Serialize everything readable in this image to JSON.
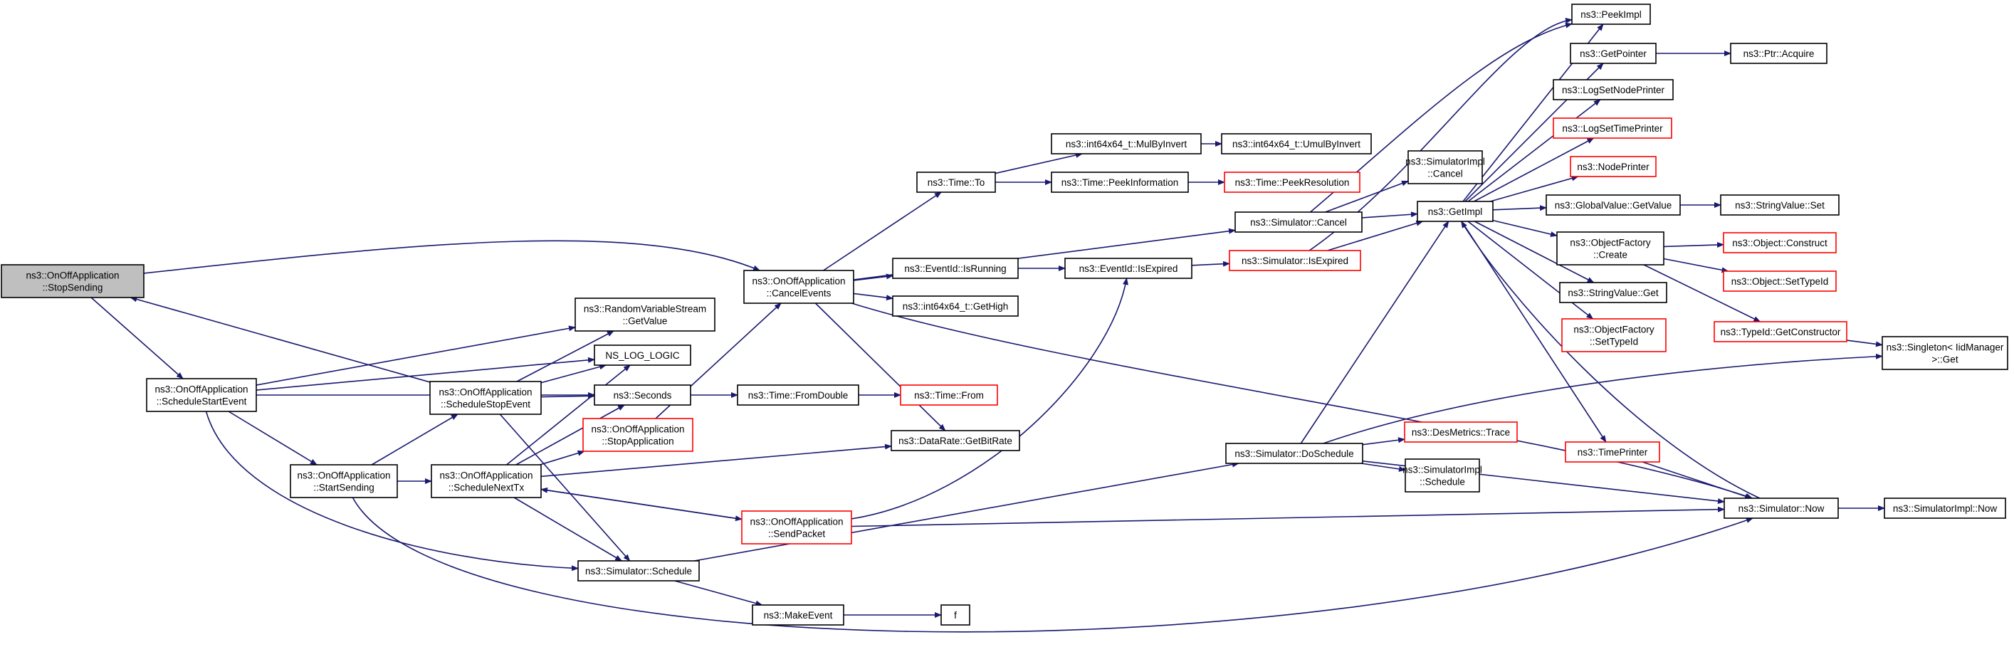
{
  "colors": {
    "edge": "#191970",
    "border_default": "#000000",
    "border_undocumented": "#ff0000",
    "fill_default": "#ffffff",
    "fill_focus": "#bfbfbf"
  },
  "nodes": [
    {
      "id": "stopsending",
      "lines": [
        "ns3::OnOffApplication",
        "::StopSending"
      ],
      "style": "focus"
    },
    {
      "id": "schedstart",
      "lines": [
        "ns3::OnOffApplication",
        "::ScheduleStartEvent"
      ],
      "style": "default"
    },
    {
      "id": "startsending",
      "lines": [
        "ns3::OnOffApplication",
        "::StartSending"
      ],
      "style": "default"
    },
    {
      "id": "rvsgetvalue",
      "lines": [
        "ns3::RandomVariableStream",
        "::GetValue"
      ],
      "style": "default"
    },
    {
      "id": "nslog",
      "lines": [
        "NS_LOG_LOGIC"
      ],
      "style": "default"
    },
    {
      "id": "seconds",
      "lines": [
        "ns3::Seconds"
      ],
      "style": "default"
    },
    {
      "id": "schedstop",
      "lines": [
        "ns3::OnOffApplication",
        "::ScheduleStopEvent"
      ],
      "style": "default"
    },
    {
      "id": "schednexttx",
      "lines": [
        "ns3::OnOffApplication",
        "::ScheduleNextTx"
      ],
      "style": "default"
    },
    {
      "id": "stopapp",
      "lines": [
        "ns3::OnOffApplication",
        "::StopApplication"
      ],
      "style": "undoc"
    },
    {
      "id": "sendpacket",
      "lines": [
        "ns3::OnOffApplication",
        "::SendPacket"
      ],
      "style": "undoc"
    },
    {
      "id": "simschedule",
      "lines": [
        "ns3::Simulator::Schedule"
      ],
      "style": "default"
    },
    {
      "id": "makeevent",
      "lines": [
        "ns3::MakeEvent"
      ],
      "style": "default"
    },
    {
      "id": "f",
      "lines": [
        "f"
      ],
      "style": "default"
    },
    {
      "id": "cancelevents",
      "lines": [
        "ns3::OnOffApplication",
        "::CancelEvents"
      ],
      "style": "default"
    },
    {
      "id": "timeto",
      "lines": [
        "ns3::Time::To"
      ],
      "style": "default"
    },
    {
      "id": "mulbyinvert",
      "lines": [
        "ns3::int64x64_t::MulByInvert"
      ],
      "style": "default"
    },
    {
      "id": "umulbyinvert",
      "lines": [
        "ns3::int64x64_t::UmulByInvert"
      ],
      "style": "default"
    },
    {
      "id": "peekinfo",
      "lines": [
        "ns3::Time::PeekInformation"
      ],
      "style": "default"
    },
    {
      "id": "peekres",
      "lines": [
        "ns3::Time::PeekResolution"
      ],
      "style": "undoc"
    },
    {
      "id": "isrunning",
      "lines": [
        "ns3::EventId::IsRunning"
      ],
      "style": "default"
    },
    {
      "id": "eidexpired",
      "lines": [
        "ns3::EventId::IsExpired"
      ],
      "style": "default"
    },
    {
      "id": "gethigh",
      "lines": [
        "ns3::int64x64_t::GetHigh"
      ],
      "style": "default"
    },
    {
      "id": "fromdouble",
      "lines": [
        "ns3::Time::FromDouble"
      ],
      "style": "default"
    },
    {
      "id": "timefrom",
      "lines": [
        "ns3::Time::From"
      ],
      "style": "undoc"
    },
    {
      "id": "getbitrate",
      "lines": [
        "ns3::DataRate::GetBitRate"
      ],
      "style": "default"
    },
    {
      "id": "simcancel",
      "lines": [
        "ns3::Simulator::Cancel"
      ],
      "style": "default"
    },
    {
      "id": "simimplcancel",
      "lines": [
        "ns3::SimulatorImpl",
        "::Cancel"
      ],
      "style": "default"
    },
    {
      "id": "simisexpired",
      "lines": [
        "ns3::Simulator::IsExpired"
      ],
      "style": "undoc"
    },
    {
      "id": "doschedule",
      "lines": [
        "ns3::Simulator::DoSchedule"
      ],
      "style": "default"
    },
    {
      "id": "desmetrics",
      "lines": [
        "ns3::DesMetrics::Trace"
      ],
      "style": "undoc"
    },
    {
      "id": "simimplschedule",
      "lines": [
        "ns3::SimulatorImpl",
        "::Schedule"
      ],
      "style": "default"
    },
    {
      "id": "getimpl",
      "lines": [
        "ns3::GetImpl"
      ],
      "style": "default"
    },
    {
      "id": "peekimpl",
      "lines": [
        "ns3::PeekImpl"
      ],
      "style": "default"
    },
    {
      "id": "getpointer",
      "lines": [
        "ns3::GetPointer"
      ],
      "style": "default"
    },
    {
      "id": "ptracquire",
      "lines": [
        "ns3::Ptr::Acquire"
      ],
      "style": "default"
    },
    {
      "id": "logsetnode",
      "lines": [
        "ns3::LogSetNodePrinter"
      ],
      "style": "default"
    },
    {
      "id": "logsettime",
      "lines": [
        "ns3::LogSetTimePrinter"
      ],
      "style": "undoc"
    },
    {
      "id": "nodeprinter",
      "lines": [
        "ns3::NodePrinter"
      ],
      "style": "undoc"
    },
    {
      "id": "gvgetvalue",
      "lines": [
        "ns3::GlobalValue::GetValue"
      ],
      "style": "default"
    },
    {
      "id": "stringvalueset",
      "lines": [
        "ns3::StringValue::Set"
      ],
      "style": "default"
    },
    {
      "id": "ofcreate",
      "lines": [
        "ns3::ObjectFactory",
        "::Create"
      ],
      "style": "default"
    },
    {
      "id": "objconstruct",
      "lines": [
        "ns3::Object::Construct"
      ],
      "style": "undoc"
    },
    {
      "id": "objsettypeid",
      "lines": [
        "ns3::Object::SetTypeId"
      ],
      "style": "undoc"
    },
    {
      "id": "stringvalueget",
      "lines": [
        "ns3::StringValue::Get"
      ],
      "style": "default"
    },
    {
      "id": "ofsettypeid",
      "lines": [
        "ns3::ObjectFactory",
        "::SetTypeId"
      ],
      "style": "undoc"
    },
    {
      "id": "typeidgetctor",
      "lines": [
        "ns3::TypeId::GetConstructor"
      ],
      "style": "undoc"
    },
    {
      "id": "singletonget",
      "lines": [
        "ns3::Singleton< IidManager",
        " >::Get"
      ],
      "style": "default"
    },
    {
      "id": "timeprinter",
      "lines": [
        "ns3::TimePrinter"
      ],
      "style": "undoc"
    },
    {
      "id": "simnow",
      "lines": [
        "ns3::Simulator::Now"
      ],
      "style": "default"
    },
    {
      "id": "simimplnow",
      "lines": [
        "ns3::SimulatorImpl::Now"
      ],
      "style": "default"
    }
  ]
}
